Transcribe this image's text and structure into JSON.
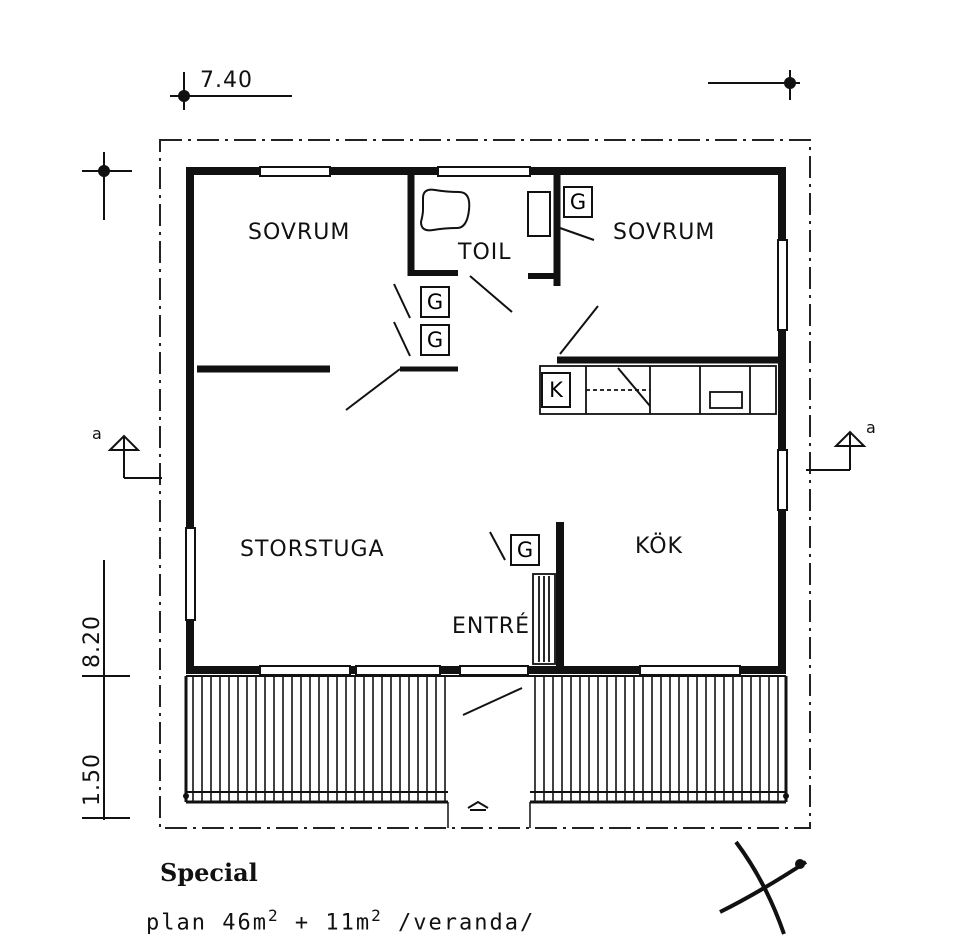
{
  "plan": {
    "rooms": {
      "sovrum_left": "SOVRUM",
      "sovrum_right": "SOVRUM",
      "toil": "TOIL",
      "storstuga": "STORSTUGA",
      "kok": "KÖK",
      "entre": "ENTRÉ"
    },
    "fixtures": {
      "g1": "G",
      "g2": "G",
      "g3": "G",
      "g4": "G",
      "k": "K"
    },
    "dimensions": {
      "width": "7.40",
      "depth": "8.20",
      "veranda_depth": "1.50"
    },
    "section_markers": {
      "left": "a",
      "right": "a"
    }
  },
  "caption": {
    "title": "Special",
    "line_prefix": "plan  46m",
    "line_mid": " + 11m",
    "line_suffix": " /veranda/",
    "sup": "2"
  }
}
